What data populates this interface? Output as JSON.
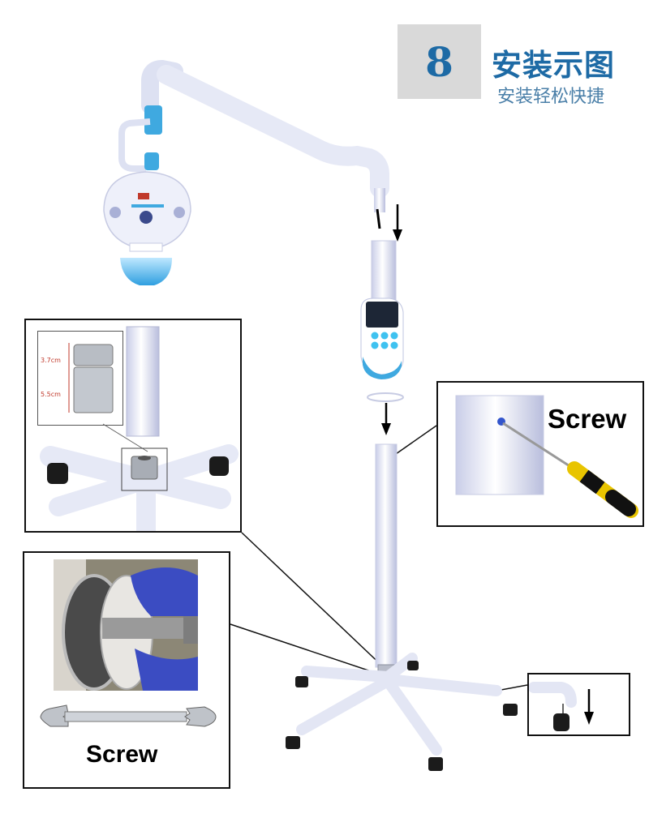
{
  "header": {
    "step_number": "8",
    "title": "安装示图",
    "subtitle": "安装轻松快捷"
  },
  "callouts": {
    "screw_right": "Screw",
    "screw_bottom": "Screw",
    "dim_top": "3.7cm",
    "dim_bottom": "5.5cm"
  },
  "colors": {
    "brand_blue": "#1d6aa5",
    "badge_gray": "#d9d9d9",
    "stand_white": "#eef0fa",
    "lamp_cyan": "#3fa9e0"
  },
  "icons": [
    "arrow-down-icon",
    "screwdriver-icon",
    "wrench-icon",
    "caster-wheel-icon"
  ]
}
